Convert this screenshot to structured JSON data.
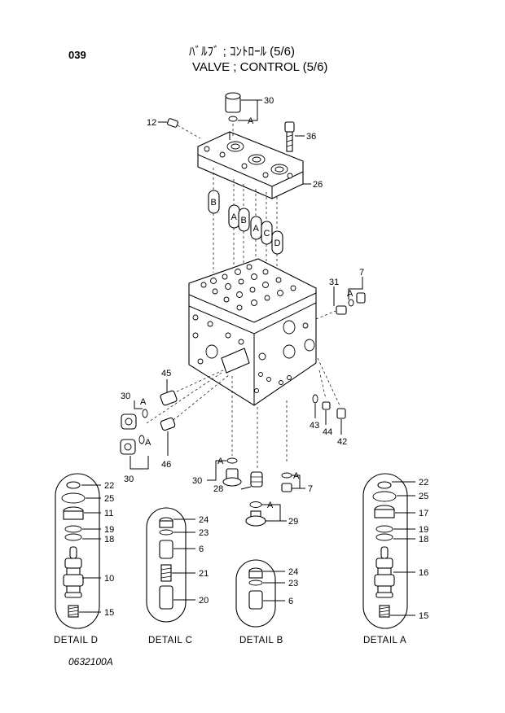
{
  "header": {
    "page_number": "039",
    "title_jp": "ﾊﾞﾙﾌﾞ ; ｺﾝﾄﾛｰﾙ (5/6)",
    "title_en": "VALVE ; CONTROL (5/6)"
  },
  "callouts": {
    "c30_top": "30",
    "a_top": "A",
    "c12": "12",
    "c36": "36",
    "c26": "26",
    "c7_right": "7",
    "c31": "31",
    "a_right": "A",
    "c45": "45",
    "c30_left": "30",
    "a_left1": "A",
    "a_left2": "A",
    "c30_left2": "30",
    "c46": "46",
    "c43": "43",
    "c44": "44",
    "c42": "42",
    "c30_bottom": "30",
    "a_bottom": "A",
    "c28": "28",
    "a_bottom2": "A",
    "c7_bottom": "7",
    "a_bottom3": "A",
    "c29": "29"
  },
  "oval_labels": [
    "B",
    "A",
    "B",
    "A",
    "C",
    "D"
  ],
  "details": {
    "d": {
      "label": "DETAIL  D",
      "parts": [
        "22",
        "25",
        "11",
        "19",
        "18",
        "10",
        "15"
      ]
    },
    "c": {
      "label": "DETAIL  C",
      "parts": [
        "24",
        "23",
        "6",
        "21",
        "20"
      ]
    },
    "b": {
      "label": "DETAIL  B",
      "parts": [
        "24",
        "23",
        "6"
      ]
    },
    "a": {
      "label": "DETAIL  A",
      "parts": [
        "22",
        "25",
        "17",
        "19",
        "18",
        "16",
        "15"
      ]
    }
  },
  "footer": {
    "drawing_number": "0632100A"
  }
}
